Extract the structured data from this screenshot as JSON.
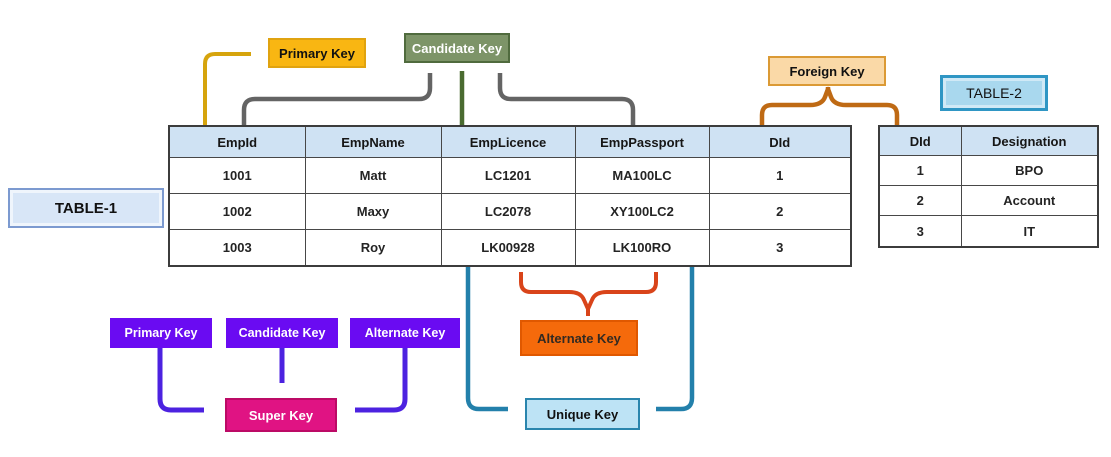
{
  "colors": {
    "table-header-fill": "#CFE2F3",
    "primary-key-fill": "#F9B612",
    "primary-key-border": "#E0A310",
    "gold-arrow": "#D6A40D",
    "candidate-key-fill": "#7D9468",
    "candidate-key-border": "#506B3E",
    "gray-arrow": "#646464",
    "green-arrow": "#4A6B30",
    "foreign-key-fill": "#FAD9A7",
    "foreign-key-border": "#DB9A35",
    "fk-brace": "#BF6A14",
    "table1-label-fill": "#D8E6F7",
    "table1-label-border": "#7C9AD0",
    "table2-label-fill": "#A9D8EE",
    "table2-label-border": "#2F96C4",
    "purple-fill": "#6A0BF2",
    "purple-arrow": "#4C22E0",
    "super-key-fill": "#E01383",
    "super-key-border": "#BC0A66",
    "alt-key-fill": "#F56A0B",
    "alt-key-border": "#E05800",
    "red-brace": "#D9441A",
    "unique-key-fill": "#BDE3F5",
    "unique-key-border": "#2A85AD",
    "teal-arrow": "#2380AB"
  },
  "labels": {
    "primary_key_top": "Primary Key",
    "candidate_key_top": "Candidate Key",
    "foreign_key": "Foreign Key",
    "table1_label": "TABLE-1",
    "table2_label": "TABLE-2",
    "primary_key_bottom": "Primary Key",
    "candidate_key_bottom": "Candidate Key",
    "alternate_key_bottom": "Alternate Key",
    "super_key": "Super Key",
    "alternate_key_mid": "Alternate Key",
    "unique_key": "Unique Key"
  },
  "table1": {
    "headers": [
      "EmpId",
      "EmpName",
      "EmpLicence",
      "EmpPassport",
      "DId"
    ],
    "rows": [
      [
        "1001",
        "Matt",
        "LC1201",
        "MA100LC",
        "1"
      ],
      [
        "1002",
        "Maxy",
        "LC2078",
        "XY100LC2",
        "2"
      ],
      [
        "1003",
        "Roy",
        "LK00928",
        "LK100RO",
        "3"
      ]
    ]
  },
  "table2": {
    "headers": [
      "DId",
      "Designation"
    ],
    "rows": [
      [
        "1",
        "BPO"
      ],
      [
        "2",
        "Account"
      ],
      [
        "3",
        "IT"
      ]
    ]
  }
}
